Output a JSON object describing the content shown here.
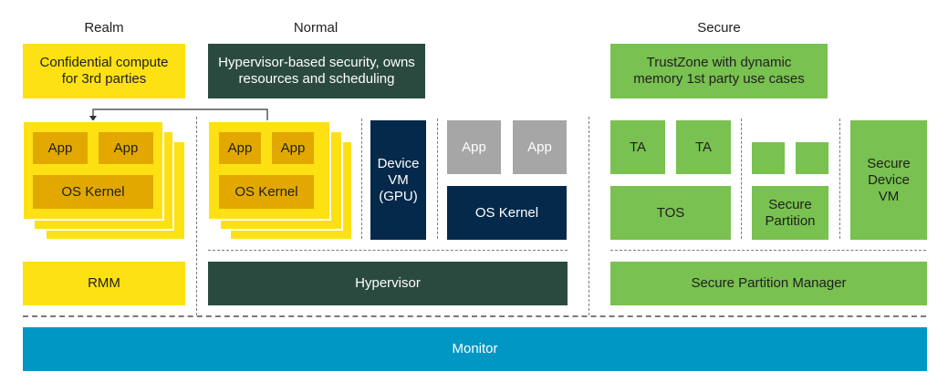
{
  "headings": {
    "realm": "Realm",
    "normal": "Normal",
    "secure": "Secure"
  },
  "realm": {
    "description": "Confidential compute\nfor 3rd parties",
    "app1": "App",
    "app2": "App",
    "os_kernel": "OS Kernel",
    "rmm": "RMM"
  },
  "normal": {
    "description": "Hypervisor-based security, owns\nresources and scheduling",
    "app1": "App",
    "app2": "App",
    "os_kernel": "OS Kernel",
    "device_vm": "Device\nVM\n(GPU)",
    "gray_app1": "App",
    "gray_app2": "App",
    "os_kernel2": "OS Kernel",
    "hypervisor": "Hypervisor"
  },
  "secure": {
    "description": "TrustZone with dynamic\nmemory 1st party use cases",
    "ta1": "TA",
    "ta2": "TA",
    "tos": "TOS",
    "secure_partition": "Secure\nPartition",
    "secure_device_vm": "Secure\nDevice\nVM",
    "spm": "Secure Partition Manager"
  },
  "monitor": "Monitor",
  "colors": {
    "yellow": "#fde113",
    "yellow_dark": "#e3a800",
    "dark_green": "#2a4a40",
    "navy": "#04294a",
    "gray": "#a6a6a6",
    "green": "#79c150",
    "blue": "#0097c4"
  }
}
